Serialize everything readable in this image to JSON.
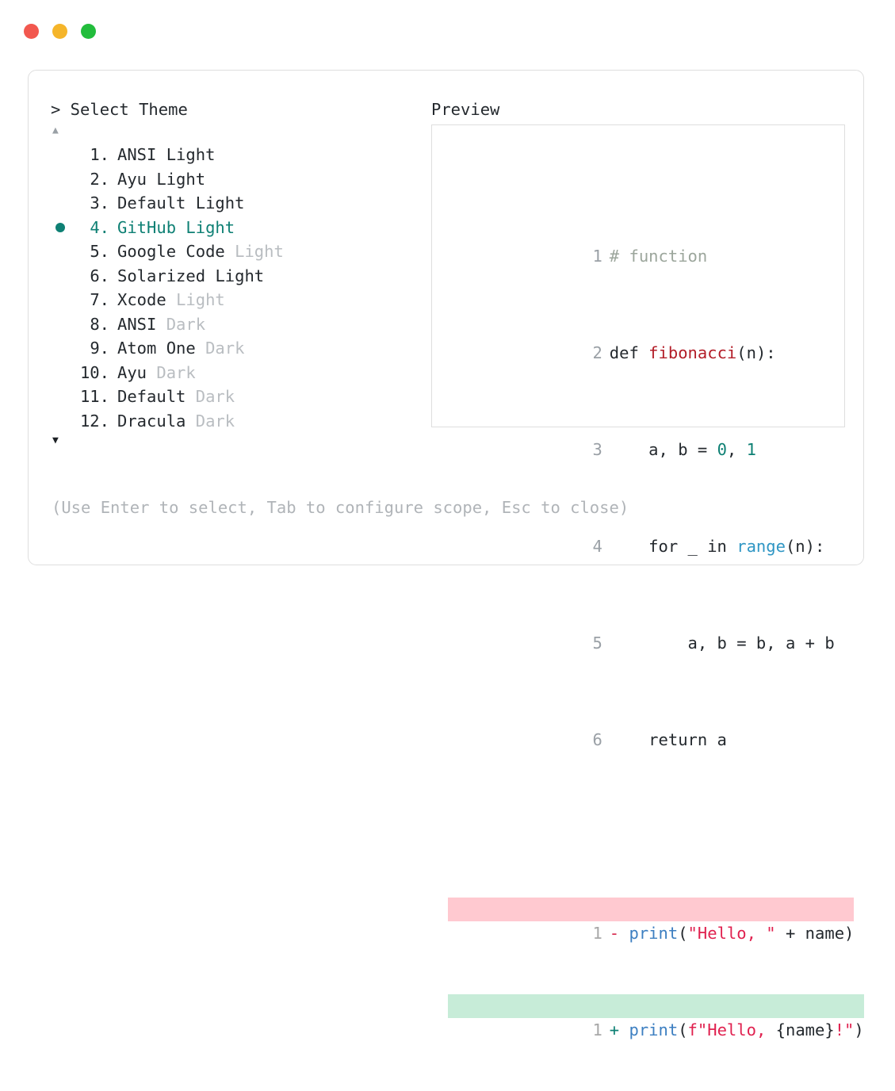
{
  "titlebar": {
    "dots": [
      {
        "name": "close",
        "color": "#f2584f"
      },
      {
        "name": "minimize",
        "color": "#f5b52a"
      },
      {
        "name": "maximize",
        "color": "#22bd3c"
      }
    ]
  },
  "left_panel": {
    "prompt_symbol": ">",
    "title": "> Select Theme",
    "scroll_up_glyph": "▲",
    "scroll_down_glyph": "▼",
    "selected_index": 4,
    "selection_bullet": "●",
    "selection_color": "#0e8074",
    "items": [
      {
        "index": "1.",
        "name": "ANSI",
        "variant": "Light",
        "variant_muted": false,
        "selected": false
      },
      {
        "index": "2.",
        "name": "Ayu",
        "variant": "Light",
        "variant_muted": false,
        "selected": false
      },
      {
        "index": "3.",
        "name": "Default",
        "variant": "Light",
        "variant_muted": false,
        "selected": false
      },
      {
        "index": "4.",
        "name": "GitHub",
        "variant": "Light",
        "variant_muted": false,
        "selected": true
      },
      {
        "index": "5.",
        "name": "Google Code",
        "variant": "Light",
        "variant_muted": true,
        "selected": false
      },
      {
        "index": "6.",
        "name": "Solarized",
        "variant": "Light",
        "variant_muted": false,
        "selected": false
      },
      {
        "index": "7.",
        "name": "Xcode",
        "variant": "Light",
        "variant_muted": true,
        "selected": false
      },
      {
        "index": "8.",
        "name": "ANSI",
        "variant": "Dark",
        "variant_muted": true,
        "selected": false
      },
      {
        "index": "9.",
        "name": "Atom One",
        "variant": "Dark",
        "variant_muted": true,
        "selected": false
      },
      {
        "index": "10.",
        "name": "Ayu",
        "variant": "Dark",
        "variant_muted": true,
        "selected": false
      },
      {
        "index": "11.",
        "name": "Default",
        "variant": "Dark",
        "variant_muted": true,
        "selected": false
      },
      {
        "index": "12.",
        "name": "Dracula",
        "variant": "Dark",
        "variant_muted": true,
        "selected": false
      }
    ]
  },
  "right_panel": {
    "title": "Preview",
    "code_lines": [
      {
        "num": "1",
        "text": "# function"
      },
      {
        "num": "2",
        "text": "def fibonacci(n):"
      },
      {
        "num": "3",
        "text": "    a, b = 0, 1"
      },
      {
        "num": "4",
        "text": "    for _ in range(n):"
      },
      {
        "num": "5",
        "text": "        a, b = b, a + b"
      },
      {
        "num": "6",
        "text": "    return a"
      }
    ],
    "code_tokens": {
      "l1_comment": "# function",
      "l2_kw": "def ",
      "l2_fn": "fibonacci",
      "l2_rest": "(n):",
      "l3_pre": "    a, b = ",
      "l3_n0": "0",
      "l3_mid": ", ",
      "l3_n1": "1",
      "l4_pre": "    for _ in ",
      "l4_builtin": "range",
      "l4_rest": "(n):",
      "l5_text": "        a, b = b, a + b",
      "l6_text": "    return a"
    },
    "diff": [
      {
        "num": "1",
        "marker": "-",
        "kind": "deleted",
        "bg": "#ffc9d0",
        "text": "print(\"Hello, \" + name)",
        "parts": {
          "call": "print",
          "open": "(",
          "str": "\"Hello, \"",
          "rest": " + name)"
        }
      },
      {
        "num": "1",
        "marker": "+",
        "kind": "added",
        "bg": "#c7ecd8",
        "text": "print(f\"Hello, {name}!\")",
        "parts": {
          "call": "print",
          "open": "(",
          "str": "f\"Hello, ",
          "mid": "{name}",
          "str2": "!\"",
          "rest": ")"
        }
      }
    ]
  },
  "footer": {
    "hint": "(Use Enter to select, Tab to configure scope, Esc to close)"
  }
}
